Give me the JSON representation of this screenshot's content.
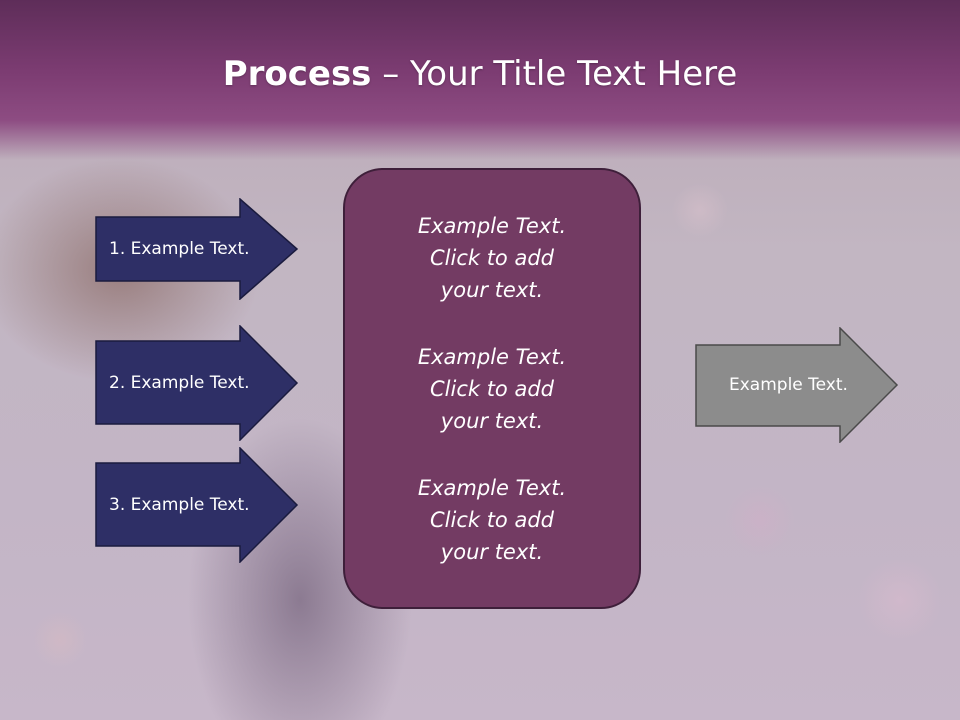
{
  "slide": {
    "title_bold": "Process",
    "title_rest": " – Your Title Text Here"
  },
  "steps": [
    {
      "label": "1. Example Text."
    },
    {
      "label": "2. Example Text."
    },
    {
      "label": "3. Example Text."
    }
  ],
  "center_blocks": [
    {
      "line1": "Example Text.",
      "line2": "Click  to add",
      "line3": "your text."
    },
    {
      "line1": "Example Text.",
      "line2": "Click  to add",
      "line3": "your text."
    },
    {
      "line1": "Example Text.",
      "line2": "Click  to add",
      "line3": "your text."
    }
  ],
  "result": {
    "label": "Example Text."
  },
  "colors": {
    "header": "#7c3c72",
    "step_arrow_fill": "#2e2f66",
    "center_box_fill": "#733b63",
    "result_arrow_fill": "#8c8c8c"
  }
}
